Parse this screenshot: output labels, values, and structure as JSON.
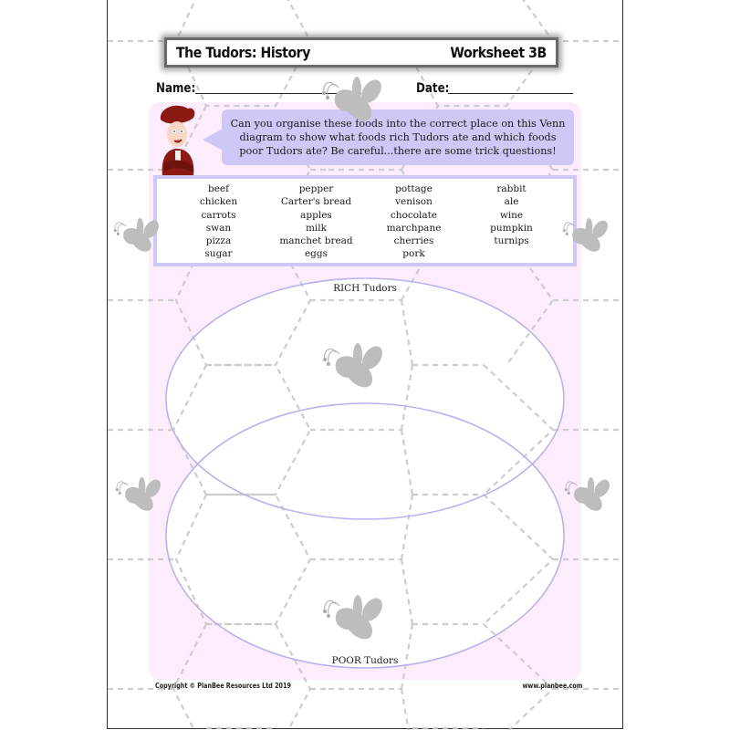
{
  "header": {
    "title": "The Tudors: History",
    "worksheet": "Worksheet 3B"
  },
  "fields": {
    "name_label": "Name:",
    "date_label": "Date:"
  },
  "instructions": "Can you organise these foods into the correct place on this Venn diagram to show what foods rich Tudors ate and which foods poor Tudors ate? Be careful...there are some trick questions!",
  "word_bank": {
    "columns": [
      [
        "beef",
        "chicken",
        "carrots",
        "swan",
        "pizza",
        "sugar"
      ],
      [
        "pepper",
        "Carter's bread",
        "apples",
        "milk",
        "manchet bread",
        "eggs"
      ],
      [
        "pottage",
        "venison",
        "chocolate",
        "marchpane",
        "cherries",
        "pork"
      ],
      [
        "rabbit",
        "ale",
        "wine",
        "pumpkin",
        "turnips"
      ]
    ]
  },
  "venn": {
    "top_label": "RICH Tudors",
    "bottom_label": "POOR Tudors"
  },
  "footer": {
    "copyright": "Copyright © PlanBee Resources Ltd 2019",
    "website": "www.planbee.com"
  },
  "icons": {
    "mascot": "tudor-character-icon",
    "decoration": "bee-icon"
  },
  "colors": {
    "panel_bg": "#fcecfc",
    "bubble_bg": "#cdc8f5",
    "venn_stroke": "#b9b3ec",
    "grid_dash": "#c8c8c8",
    "bee_fill": "#bdbdbd",
    "tudor_red": "#8b1a12"
  }
}
